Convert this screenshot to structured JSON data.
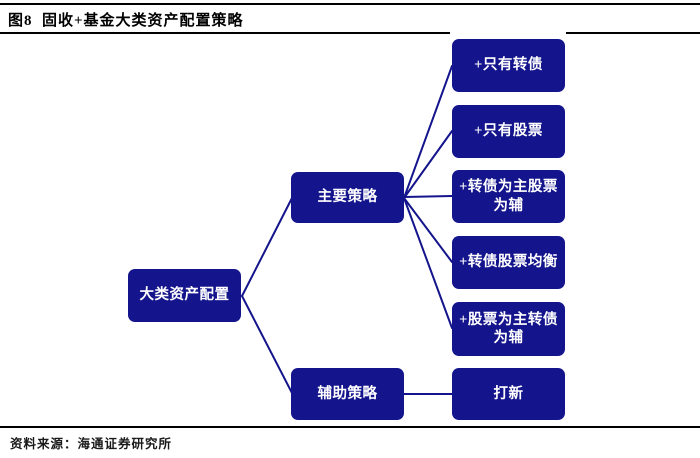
{
  "title": "图8  固收+基金大类资产配置策略",
  "source": "资料来源：海通证券研究所",
  "colors": {
    "box_fill": "#14148C",
    "box_text": "#FFFFFF",
    "connector": "#14148C",
    "rule": "#000000",
    "background": "#FFFFFF"
  },
  "diagram": {
    "root": {
      "label": "大类资产配置"
    },
    "branches": [
      {
        "label": "主要策略"
      },
      {
        "label": "辅助策略"
      }
    ],
    "leaves": [
      {
        "label": "+只有转债",
        "parent": "主要策略"
      },
      {
        "label": "+只有股票",
        "parent": "主要策略"
      },
      {
        "label": "+转债为主股票为辅",
        "parent": "主要策略"
      },
      {
        "label": "+转债股票均衡",
        "parent": "主要策略"
      },
      {
        "label": "+股票为主转债为辅",
        "parent": "主要策略"
      },
      {
        "label": "打新",
        "parent": "辅助策略"
      }
    ]
  }
}
